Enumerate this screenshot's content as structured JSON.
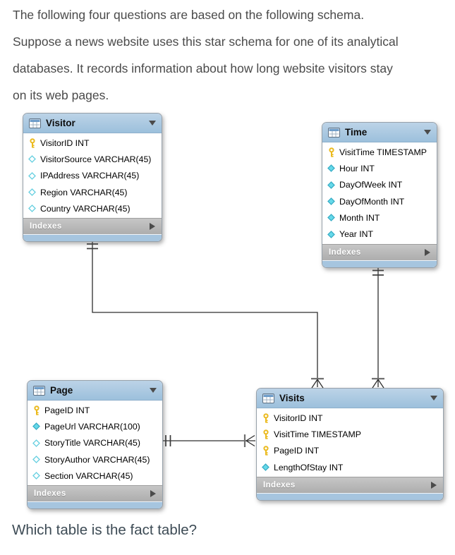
{
  "intro": {
    "lines": [
      "The following four questions are based on the following schema.",
      "Suppose a news website uses this star schema for one of its analytical",
      "databases. It records information about how long website visitors stay",
      "on its web pages."
    ]
  },
  "question_text": "Which table is the fact table?",
  "colors": {
    "table_header_blue": "#a9c7e0",
    "indexes_bar_gray": "#b7b7b7",
    "key_yellow": "#ebba1e",
    "diamond_cyan": "#66d9ea",
    "connector_line": "#2e2e2e"
  },
  "tables": [
    {
      "title": "Visitor",
      "indexes_label": "Indexes",
      "columns": [
        {
          "name": "VisitorID INT",
          "icon": "primary-key"
        },
        {
          "name": "VisitorSource VARCHAR(45)",
          "icon": "diamond-open"
        },
        {
          "name": "IPAddress VARCHAR(45)",
          "icon": "diamond-open"
        },
        {
          "name": "Region VARCHAR(45)",
          "icon": "diamond-open"
        },
        {
          "name": "Country VARCHAR(45)",
          "icon": "diamond-open"
        }
      ]
    },
    {
      "title": "Time",
      "indexes_label": "Indexes",
      "columns": [
        {
          "name": "VisitTime TIMESTAMP",
          "icon": "primary-key"
        },
        {
          "name": "Hour INT",
          "icon": "diamond-filled"
        },
        {
          "name": "DayOfWeek INT",
          "icon": "diamond-filled"
        },
        {
          "name": "DayOfMonth INT",
          "icon": "diamond-filled"
        },
        {
          "name": "Month INT",
          "icon": "diamond-filled"
        },
        {
          "name": "Year INT",
          "icon": "diamond-filled"
        }
      ]
    },
    {
      "title": "Page",
      "indexes_label": "Indexes",
      "columns": [
        {
          "name": "PageID INT",
          "icon": "primary-key"
        },
        {
          "name": "PageUrl VARCHAR(100)",
          "icon": "diamond-filled"
        },
        {
          "name": "StoryTitle VARCHAR(45)",
          "icon": "diamond-open"
        },
        {
          "name": "StoryAuthor VARCHAR(45)",
          "icon": "diamond-open"
        },
        {
          "name": "Section VARCHAR(45)",
          "icon": "diamond-open"
        }
      ]
    },
    {
      "title": "Visits",
      "indexes_label": "Indexes",
      "columns": [
        {
          "name": "VisitorID INT",
          "icon": "primary-key"
        },
        {
          "name": "VisitTime TIMESTAMP",
          "icon": "primary-key"
        },
        {
          "name": "PageID INT",
          "icon": "primary-key"
        },
        {
          "name": "LengthOfStay INT",
          "icon": "diamond-filled"
        }
      ]
    }
  ],
  "relationships": [
    {
      "from_table": "Visitor",
      "to_table": "Visits",
      "from_cardinality": "one",
      "to_cardinality": "many"
    },
    {
      "from_table": "Time",
      "to_table": "Visits",
      "from_cardinality": "one",
      "to_cardinality": "many"
    },
    {
      "from_table": "Page",
      "to_table": "Visits",
      "from_cardinality": "one",
      "to_cardinality": "many"
    }
  ]
}
